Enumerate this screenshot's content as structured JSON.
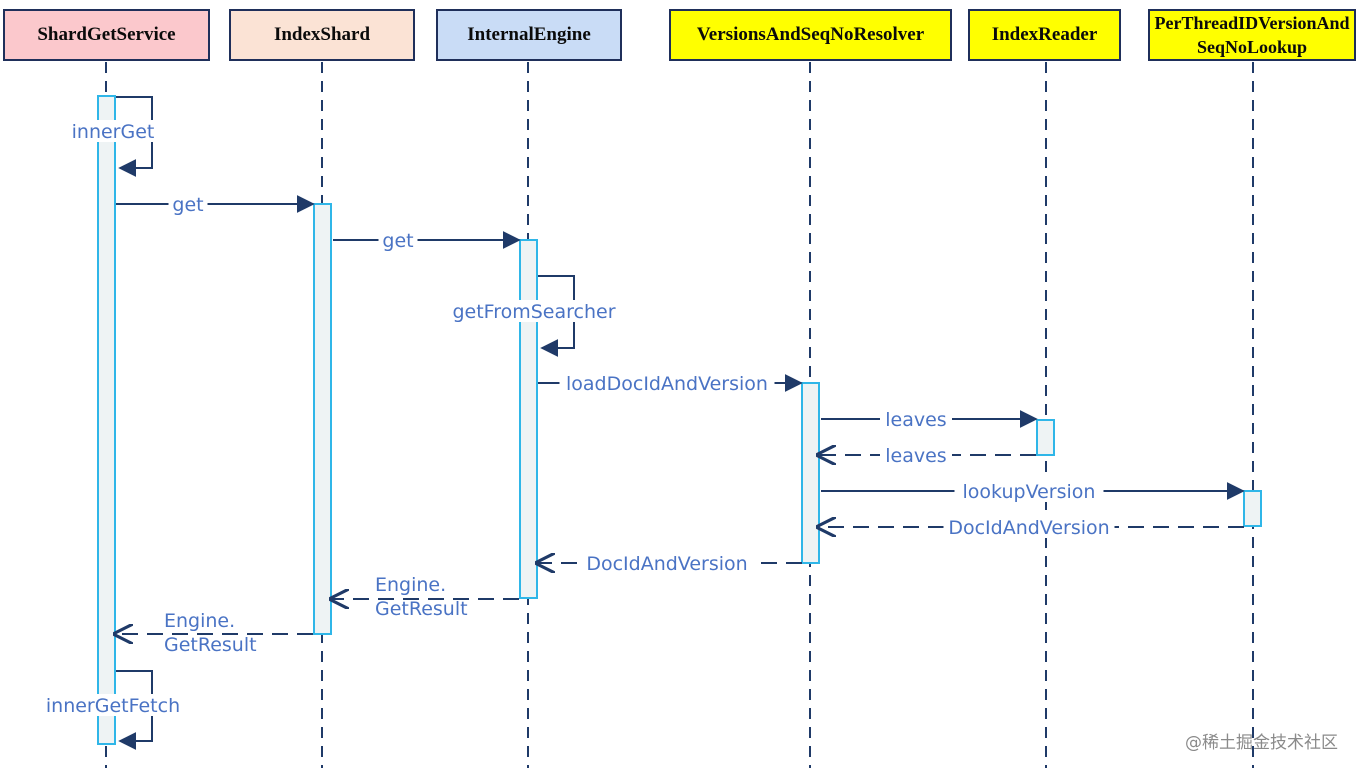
{
  "participants": [
    {
      "id": "shard-get-service",
      "label": "ShardGetService",
      "fill": "#fbc8cc"
    },
    {
      "id": "index-shard",
      "label": "IndexShard",
      "fill": "#fbe3d5"
    },
    {
      "id": "internal-engine",
      "label": "InternalEngine",
      "fill": "#c9dcf6"
    },
    {
      "id": "versions-resolver",
      "label": "VersionsAndSeqNoResolver",
      "fill": "#ffff00"
    },
    {
      "id": "index-reader",
      "label": "IndexReader",
      "fill": "#ffff00"
    },
    {
      "id": "per-thread-lookup",
      "label": "PerThreadIDVersionAndSeqNoLookup",
      "fill": "#ffff00"
    }
  ],
  "messages": [
    {
      "id": "innerget",
      "label": "innerGet",
      "from": "ShardGetService",
      "to": "ShardGetService",
      "kind": "self"
    },
    {
      "id": "get-1",
      "label": "get",
      "from": "ShardGetService",
      "to": "IndexShard",
      "kind": "call"
    },
    {
      "id": "get-2",
      "label": "get",
      "from": "IndexShard",
      "to": "InternalEngine",
      "kind": "call"
    },
    {
      "id": "getfromsearcher",
      "label": "getFromSearcher",
      "from": "InternalEngine",
      "to": "InternalEngine",
      "kind": "self"
    },
    {
      "id": "loaddocid",
      "label": "loadDocIdAndVersion",
      "from": "InternalEngine",
      "to": "VersionsAndSeqNoResolver",
      "kind": "call"
    },
    {
      "id": "leaves-call",
      "label": "leaves",
      "from": "VersionsAndSeqNoResolver",
      "to": "IndexReader",
      "kind": "call"
    },
    {
      "id": "leaves-return",
      "label": "leaves",
      "from": "IndexReader",
      "to": "VersionsAndSeqNoResolver",
      "kind": "return"
    },
    {
      "id": "lookupversion",
      "label": "lookupVersion",
      "from": "VersionsAndSeqNoResolver",
      "to": "PerThreadIDVersionAndSeqNoLookup",
      "kind": "call"
    },
    {
      "id": "docid-return-1",
      "label": "DocIdAndVersion",
      "from": "PerThreadIDVersionAndSeqNoLookup",
      "to": "VersionsAndSeqNoResolver",
      "kind": "return"
    },
    {
      "id": "docid-return-2",
      "label": "DocIdAndVersion",
      "from": "VersionsAndSeqNoResolver",
      "to": "InternalEngine",
      "kind": "return"
    },
    {
      "id": "getresult-return-1",
      "label": "Engine.\nGetResult",
      "from": "InternalEngine",
      "to": "IndexShard",
      "kind": "return"
    },
    {
      "id": "getresult-return-2",
      "label": "Engine.\nGetResult",
      "from": "IndexShard",
      "to": "ShardGetService",
      "kind": "return"
    },
    {
      "id": "innergetfetch",
      "label": "innerGetFetch",
      "from": "ShardGetService",
      "to": "ShardGetService",
      "kind": "self"
    }
  ],
  "colors": {
    "line": "#1f3a68",
    "activation_border": "#2fb6e8",
    "activation_fill": "#eef3f4",
    "message_text": "#4a73c4"
  },
  "watermark": "@稀土掘金技术社区"
}
